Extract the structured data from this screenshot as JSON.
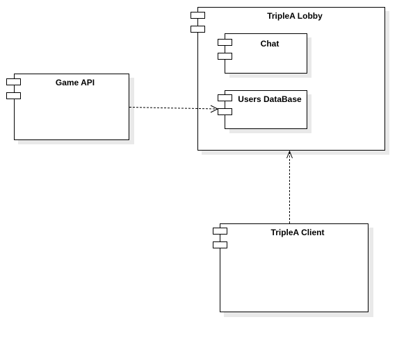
{
  "diagram": {
    "components": {
      "lobby": {
        "title": "TripleA Lobby"
      },
      "chat": {
        "title": "Chat"
      },
      "users_db": {
        "title": "Users DataBase"
      },
      "game_api": {
        "title": "Game API"
      },
      "client": {
        "title": "TripleA Client"
      }
    },
    "relations": [
      {
        "type": "dependency",
        "from": "Game API",
        "to": "Users DataBase"
      },
      {
        "type": "dependency",
        "from": "TripleA Client",
        "to": "TripleA Lobby"
      }
    ]
  }
}
